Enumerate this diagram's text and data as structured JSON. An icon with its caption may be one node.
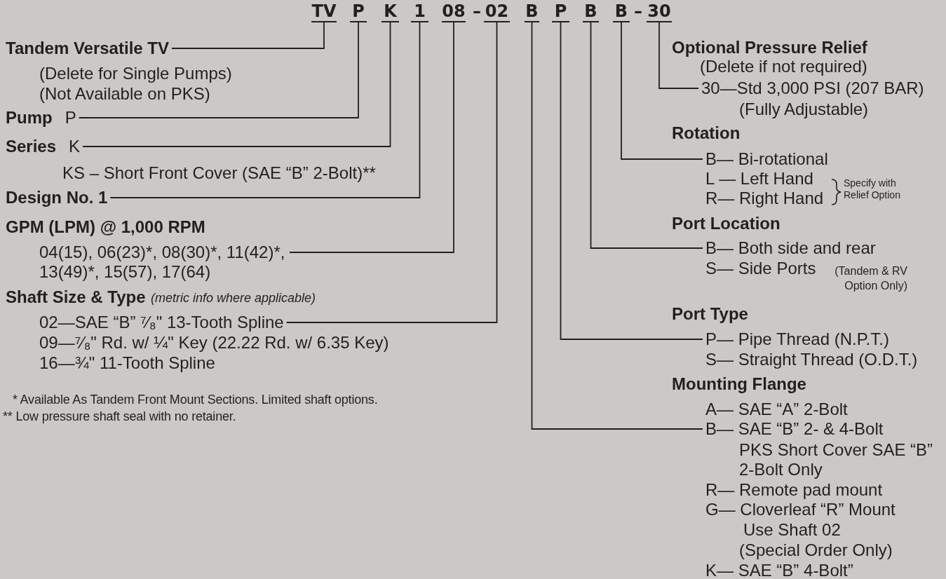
{
  "diagram": {
    "nodes": [
      {
        "text": [
          "TV"
        ]
      },
      {
        "text": [
          "P"
        ]
      },
      {
        "text": [
          "K"
        ]
      },
      {
        "text": [
          "1"
        ]
      },
      {
        "text": [
          "08"
        ]
      },
      {
        "text": [
          "02"
        ]
      },
      {
        "text": [
          "B"
        ]
      },
      {
        "text": [
          "P"
        ]
      },
      {
        "text": [
          "B"
        ]
      },
      {
        "text": [
          "B"
        ]
      },
      {
        "text": [
          "30"
        ]
      },
      {
        "text": [
          "Tandem Versatile TV"
        ]
      },
      {
        "text": [
          "Pump",
          "P"
        ]
      },
      {
        "text": [
          "Series",
          "K"
        ]
      },
      {
        "text": [
          "Design No. 1"
        ]
      },
      {
        "text": [
          "04(15), 06(23)*, 08(30)*, 11(42)*, 13(49)*, 15(57), 17(64)"
        ]
      },
      {
        "text": [
          "02—SAE “B” ⁷⁄₈\" 13-Tooth Spline"
        ]
      },
      {
        "text": [
          "B— SAE “B” 2- & 4-Bolt"
        ]
      },
      {
        "text": [
          "P— Pipe Thread (N.P.T.)"
        ]
      },
      {
        "text": [
          "B— Both side and rear"
        ]
      },
      {
        "text": [
          "B— Bi-rotational"
        ]
      },
      {
        "text": [
          "30—Std 3,000 PSI (207 BAR)"
        ]
      }
    ],
    "edges": [
      {
        "from": 0,
        "to": 11,
        "arrow": "none"
      },
      {
        "from": 1,
        "to": 12,
        "arrow": "none"
      },
      {
        "from": 2,
        "to": 13,
        "arrow": "none"
      },
      {
        "from": 3,
        "to": 14,
        "arrow": "none"
      },
      {
        "from": 4,
        "to": 15,
        "arrow": "none"
      },
      {
        "from": 5,
        "to": 16,
        "arrow": "none"
      },
      {
        "from": 6,
        "to": 17,
        "arrow": "none"
      },
      {
        "from": 7,
        "to": 18,
        "arrow": "none"
      },
      {
        "from": 8,
        "to": 19,
        "arrow": "none"
      },
      {
        "from": 9,
        "to": 20,
        "arrow": "none"
      },
      {
        "from": 10,
        "to": 21,
        "arrow": "none"
      }
    ],
    "labels": [
      "–",
      "–",
      "(Delete for Single Pumps)",
      "(Not Available on PKS)",
      "KS – Short Front Cover (SAE “B” 2-Bolt)**",
      "GPM (LPM) @ 1,000 RPM",
      "Shaft Size & Type",
      "(metric info where applicable)",
      "09—⁷⁄₈\" Rd. w/ ¼\" Key (22.22 Rd. w/ 6.35 Key)",
      "16—¾\" 11-Tooth Spline",
      "* Available As Tandem Front Mount Sections. Limited shaft options.",
      "** Low pressure shaft seal with no retainer.",
      "Optional Pressure Relief",
      "(Delete if not required)",
      "(Fully Adjustable)",
      "Rotation",
      "L — Left Hand",
      "R— Right Hand",
      "Specify with Relief Option",
      "Port Location",
      "S— Side Ports",
      "(Tandem & RV Option Only)",
      "Port Type",
      "S— Straight Thread (O.D.T.)",
      "Mounting Flange",
      "A— SAE “A” 2-Bolt",
      "PKS Short Cover SAE “B” 2-Bolt Only",
      "R— Remote pad mount",
      "G— Cloverleaf “R” Mount",
      "Use Shaft 02",
      "(Special Order Only)",
      "K— SAE “B” 4-Bolt”"
    ]
  }
}
